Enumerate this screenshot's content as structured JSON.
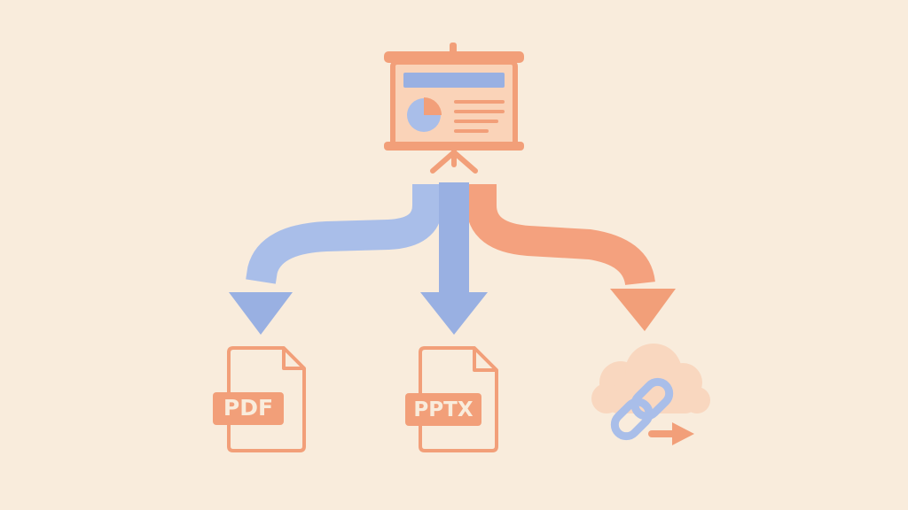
{
  "colors": {
    "background": "#f9ecdc",
    "orange": "#f29f79",
    "orange_light": "#f8c6a4",
    "orange_fill": "#fad3b8",
    "blue": "#99b0e2",
    "blue_light": "#a9bee9",
    "cloud": "#f9d7bf"
  },
  "source": {
    "icon": "presentation-board-icon"
  },
  "outputs": [
    {
      "name": "pdf",
      "label": "PDF",
      "icon": "pdf-file-icon",
      "arrow_color": "blue"
    },
    {
      "name": "pptx",
      "label": "PPTX",
      "icon": "pptx-file-icon",
      "arrow_color": "blue"
    },
    {
      "name": "share-link",
      "label": "",
      "icon": "cloud-link-icon",
      "arrow_color": "orange"
    }
  ]
}
